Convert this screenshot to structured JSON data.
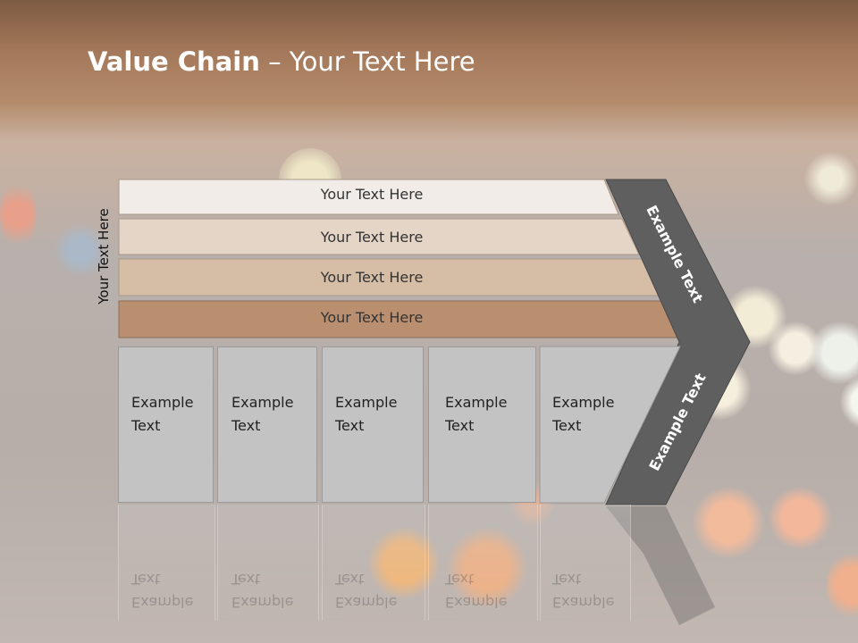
{
  "slide": {
    "title_bold": "Value Chain",
    "title_rest": " – Your Text Here",
    "side_label": "Your Text Here",
    "bars": [
      {
        "label": "Your Text Here",
        "color": "#f1ece7"
      },
      {
        "label": "Your Text Here",
        "color": "#e5d5c7"
      },
      {
        "label": "Your Text Here",
        "color": "#d6bda6"
      },
      {
        "label": "Your Text Here",
        "color": "#b98f70"
      }
    ],
    "columns": [
      {
        "line1": "Example",
        "line2": "Text"
      },
      {
        "line1": "Example",
        "line2": "Text"
      },
      {
        "line1": "Example",
        "line2": "Text"
      },
      {
        "line1": "Example",
        "line2": "Text"
      },
      {
        "line1": "Example",
        "line2": "Text"
      }
    ],
    "chevron_top": "Example Text",
    "chevron_bottom": "Example Text",
    "chevron_color": "#5f5f5f"
  }
}
